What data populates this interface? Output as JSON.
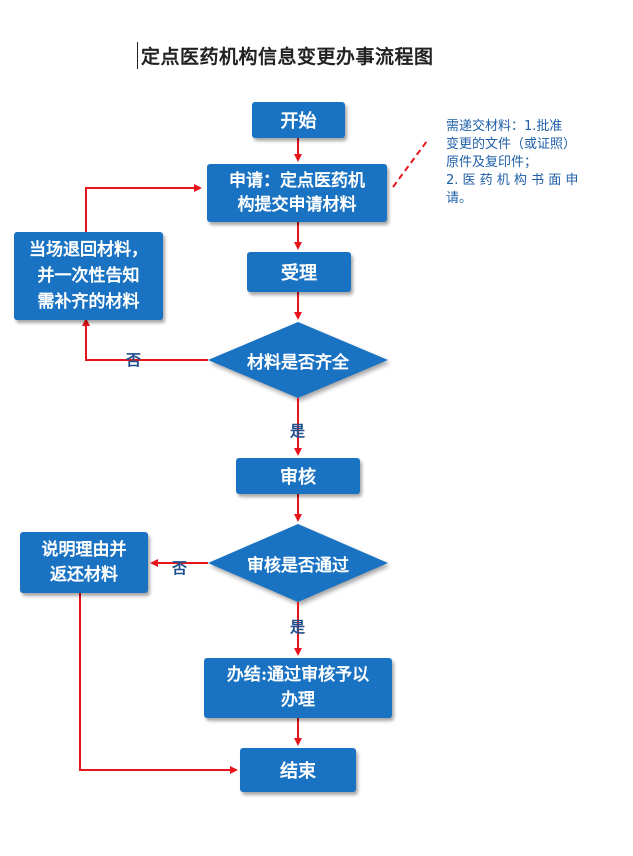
{
  "title": "定点医药机构信息变更办事流程图",
  "nodes": {
    "start": "开始",
    "apply_line1": "申请：定点医药机",
    "apply_line2": "构提交申请材料",
    "accept": "受理",
    "return_line1": "当场退回材料，",
    "return_line2": "并一次性告知",
    "return_line3": "需补齐的材料",
    "check_complete": "材料是否齐全",
    "review": "审核",
    "review_pass": "审核是否通过",
    "explain_line1": "说明理由并",
    "explain_line2": "返还材料",
    "done_line1": "办结:通过审核予以",
    "done_line2": "办理",
    "end": "结束"
  },
  "labels": {
    "no1": "否",
    "yes1": "是",
    "no2": "否",
    "yes2": "是"
  },
  "note": {
    "line1": "需递交材料：1.批准",
    "line2": "变更的文件（或证照）",
    "line3": "原件及复印件；",
    "line4": "2. 医 药 机 构 书 面 申",
    "line5": "请。"
  },
  "colors": {
    "node_fill": "#1a73c2",
    "arrow": "#e8141c"
  }
}
